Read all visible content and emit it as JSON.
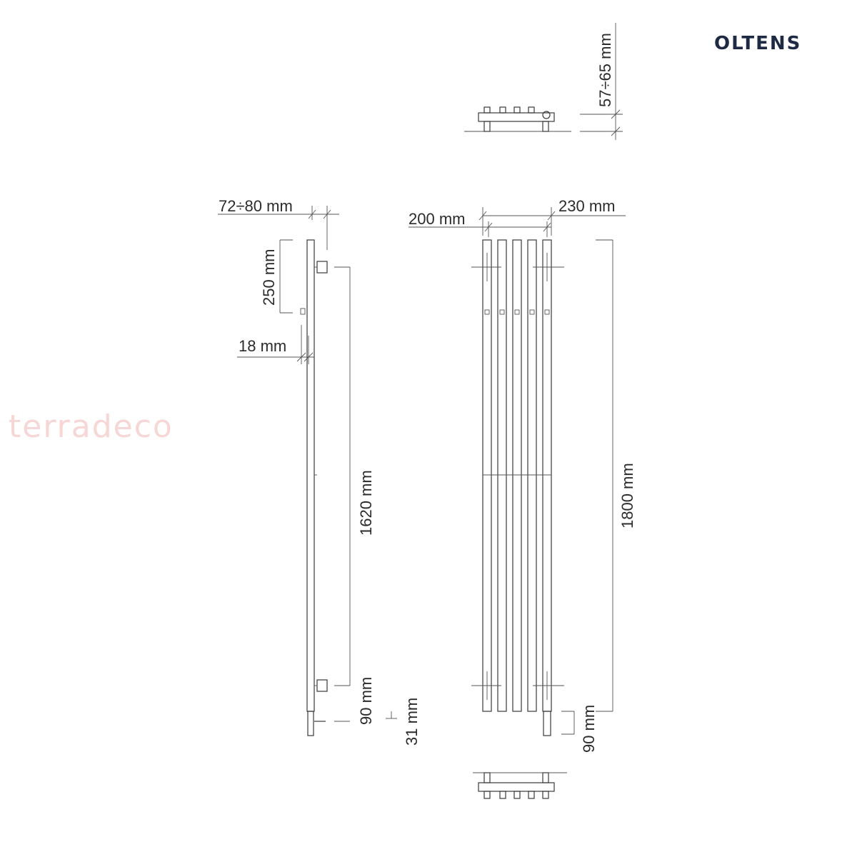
{
  "brand": "OLTENS",
  "watermark": "terradeco",
  "dimensions": {
    "top_depth": "57÷65 mm",
    "wall_gap": "72÷80 mm",
    "valve_spacing": "250 mm",
    "pipe_diameter": "18 mm",
    "axis_spacing": "1620 mm",
    "bottom_offset_side": "90 mm",
    "connector_height": "31 mm",
    "inner_width": "200 mm",
    "outer_width": "230 mm",
    "total_height": "1800 mm",
    "bottom_offset_front": "90 mm"
  },
  "colors": {
    "line": "#3a3a3a",
    "brand": "#1e2a44",
    "watermark": "#f7d6d6"
  }
}
